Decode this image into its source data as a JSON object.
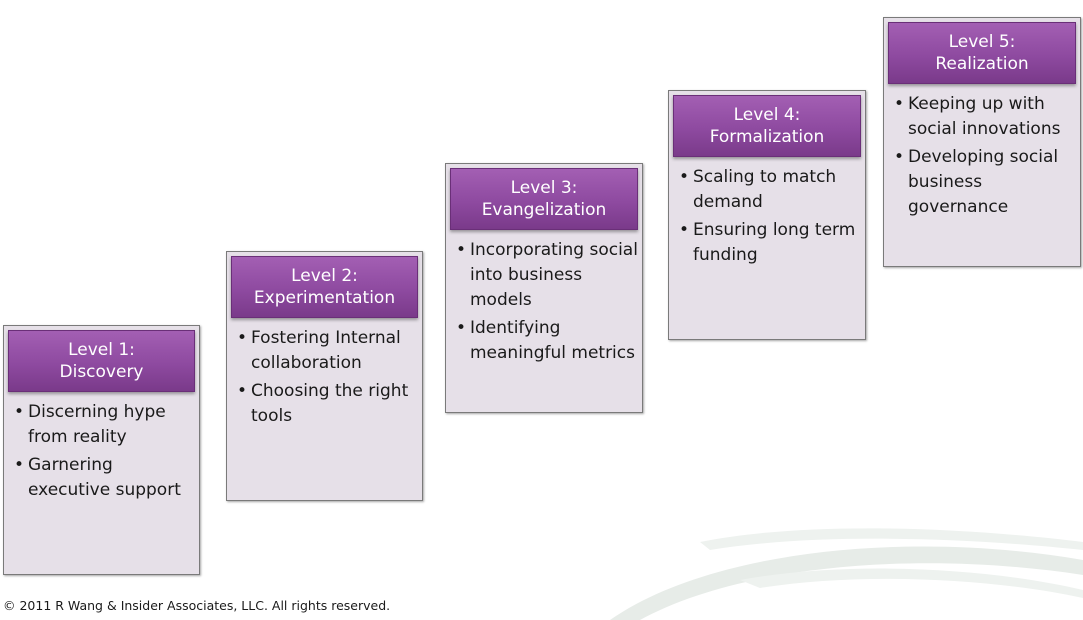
{
  "levels": [
    {
      "level": "Level 1:",
      "name": "Discovery",
      "items": [
        "Discerning hype from reality",
        "Garnering executive support"
      ]
    },
    {
      "level": "Level 2:",
      "name": "Experimentation",
      "items": [
        "Fostering Internal collaboration",
        "Choosing the right tools"
      ]
    },
    {
      "level": "Level 3:",
      "name": "Evangelization",
      "items": [
        "Incorporating social into business models",
        "Identifying meaningful metrics"
      ]
    },
    {
      "level": "Level 4:",
      "name": "Formalization",
      "items": [
        "Scaling to match demand",
        "Ensuring long term funding"
      ]
    },
    {
      "level": "Level 5:",
      "name": "Realization",
      "items": [
        "Keeping up with social innovations",
        "Developing social business governance"
      ]
    }
  ],
  "footer": {
    "copyright": "© 2011 R Wang & Insider Associates, LLC.  All rights reserved."
  },
  "colors": {
    "header_purple": "#8e4aa0",
    "card_background": "#e6e0e8",
    "swoosh_gray": "#e7ece8"
  }
}
